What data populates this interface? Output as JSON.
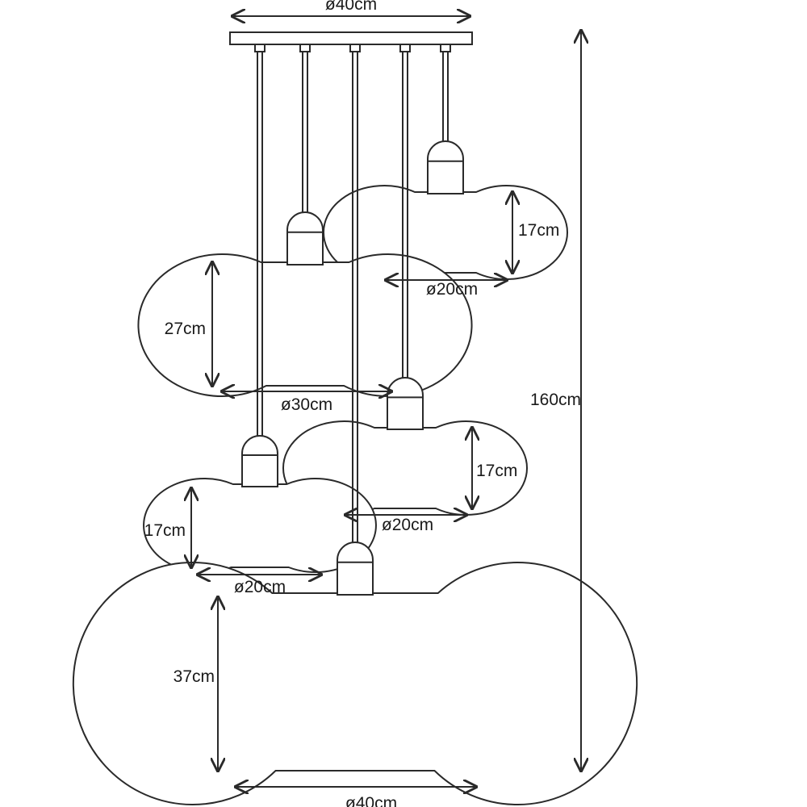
{
  "title": "5-light cascade pendant dimension drawing",
  "colors": {
    "line": "#2a2a2a",
    "background": "#ffffff"
  },
  "dimensions": {
    "canopy_width": "ø40cm",
    "total_height": "160cm",
    "lamp_top_right": {
      "height": "17cm",
      "diameter": "ø20cm"
    },
    "lamp_large_left": {
      "height": "27cm",
      "diameter": "ø30cm"
    },
    "lamp_middle_right": {
      "height": "17cm",
      "diameter": "ø20cm"
    },
    "lamp_bottom_left": {
      "height": "17cm",
      "diameter": "ø20cm"
    },
    "lamp_bottom_large": {
      "height": "37cm",
      "diameter": "ø40cm"
    }
  }
}
